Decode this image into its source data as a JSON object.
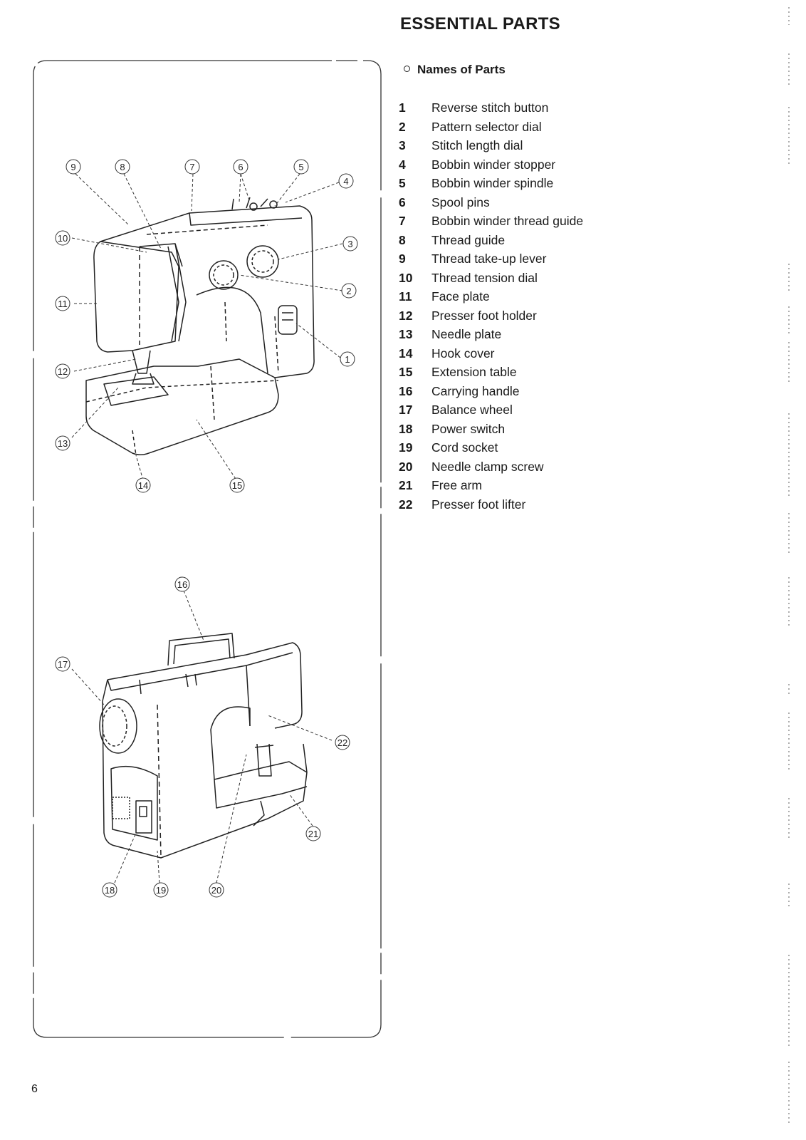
{
  "header": {
    "title": "ESSENTIAL PARTS"
  },
  "section": {
    "title": "Names of Parts"
  },
  "parts": [
    {
      "num": "1",
      "name": "Reverse stitch button"
    },
    {
      "num": "2",
      "name": "Pattern selector dial"
    },
    {
      "num": "3",
      "name": "Stitch length dial"
    },
    {
      "num": "4",
      "name": "Bobbin winder stopper"
    },
    {
      "num": "5",
      "name": "Bobbin winder spindle"
    },
    {
      "num": "6",
      "name": "Spool pins"
    },
    {
      "num": "7",
      "name": "Bobbin winder thread guide"
    },
    {
      "num": "8",
      "name": "Thread guide"
    },
    {
      "num": "9",
      "name": "Thread take-up lever"
    },
    {
      "num": "10",
      "name": "Thread tension dial"
    },
    {
      "num": "11",
      "name": "Face plate"
    },
    {
      "num": "12",
      "name": "Presser foot holder"
    },
    {
      "num": "13",
      "name": "Needle plate"
    },
    {
      "num": "14",
      "name": "Hook cover"
    },
    {
      "num": "15",
      "name": "Extension table"
    },
    {
      "num": "16",
      "name": "Carrying handle"
    },
    {
      "num": "17",
      "name": "Balance wheel"
    },
    {
      "num": "18",
      "name": "Power switch"
    },
    {
      "num": "19",
      "name": "Cord socket"
    },
    {
      "num": "20",
      "name": "Needle clamp screw"
    },
    {
      "num": "21",
      "name": "Free arm"
    },
    {
      "num": "22",
      "name": "Presser foot lifter"
    }
  ],
  "diagram_front": {
    "callouts": [
      "9",
      "8",
      "7",
      "6",
      "5",
      "4",
      "10",
      "3",
      "11",
      "2",
      "1",
      "12",
      "13",
      "14",
      "15"
    ]
  },
  "diagram_back": {
    "callouts": [
      "16",
      "17",
      "22",
      "21",
      "18",
      "19",
      "20"
    ]
  },
  "footer": {
    "page_number": "6"
  }
}
